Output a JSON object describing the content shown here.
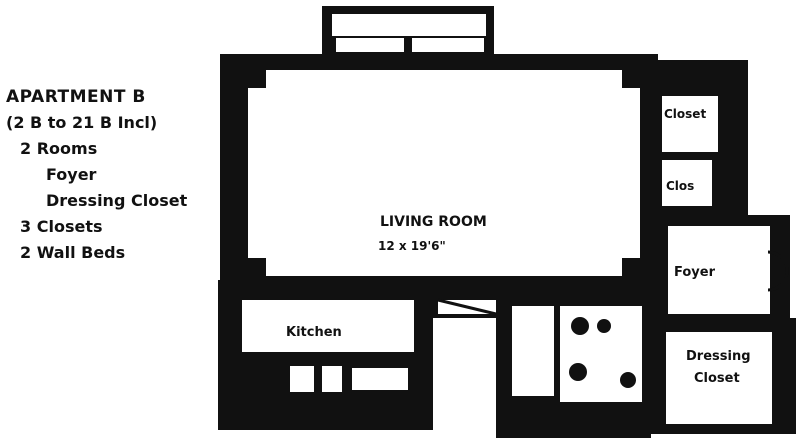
{
  "page": {
    "ink": "#111111",
    "paper": "#ffffff"
  },
  "spec": {
    "title": "APARTMENT B",
    "range": "(2 B to 21 B Incl)",
    "items": [
      {
        "count": "2",
        "label": "Rooms"
      },
      {
        "count": "",
        "label": "Foyer"
      },
      {
        "count": "",
        "label": "Dressing Closet"
      },
      {
        "count": "3",
        "label": "Closets"
      },
      {
        "count": "2",
        "label": "Wall Beds"
      }
    ]
  },
  "rooms": {
    "living_room": {
      "name": "LIVING ROOM",
      "size": "12 x 19'6\""
    },
    "kitchen": {
      "name": "Kitchen"
    },
    "foyer": {
      "name": "Foyer"
    },
    "dressing_closet": {
      "line1": "Dressing",
      "line2": "Closet"
    },
    "closet_upper": {
      "name": "Closet"
    },
    "closet_lower": {
      "name": "Clos"
    }
  }
}
